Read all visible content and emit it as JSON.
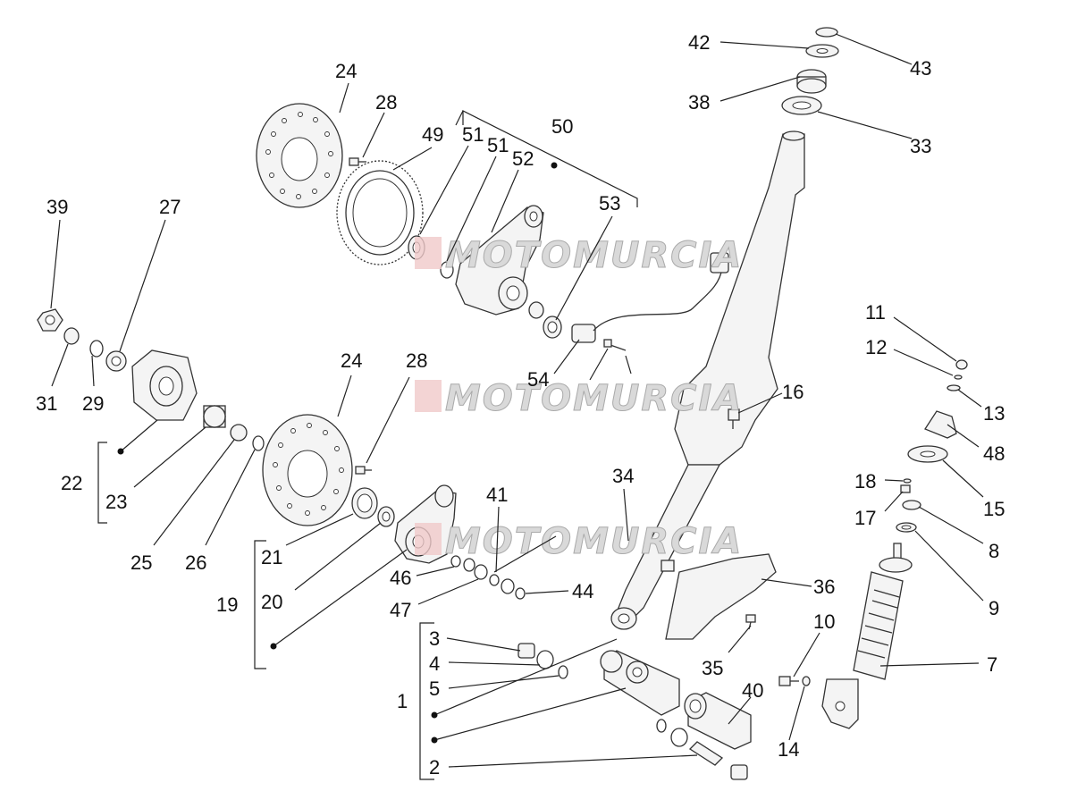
{
  "watermark": {
    "text": "MOTOMURCIA"
  },
  "labels": {
    "l1": "1",
    "l2": "2",
    "l3": "3",
    "l4": "4",
    "l5": "5",
    "l7": "7",
    "l8": "8",
    "l9": "9",
    "l10": "10",
    "l11": "11",
    "l12": "12",
    "l13": "13",
    "l14": "14",
    "l15": "15",
    "l16": "16",
    "l17": "17",
    "l18": "18",
    "l19": "19",
    "l20": "20",
    "l21": "21",
    "l22": "22",
    "l23": "23",
    "l24a": "24",
    "l24b": "24",
    "l25": "25",
    "l26": "26",
    "l27": "27",
    "l28a": "28",
    "l28b": "28",
    "l29": "29",
    "l31": "31",
    "l33": "33",
    "l34": "34",
    "l35": "35",
    "l36": "36",
    "l38": "38",
    "l39": "39",
    "l40": "40",
    "l41": "41",
    "l42": "42",
    "l43": "43",
    "l44": "44",
    "l46": "46",
    "l47": "47",
    "l48": "48",
    "l49": "49",
    "l50": "50",
    "l51a": "51",
    "l51b": "51",
    "l52": "52",
    "l53": "53",
    "l54": "54"
  }
}
